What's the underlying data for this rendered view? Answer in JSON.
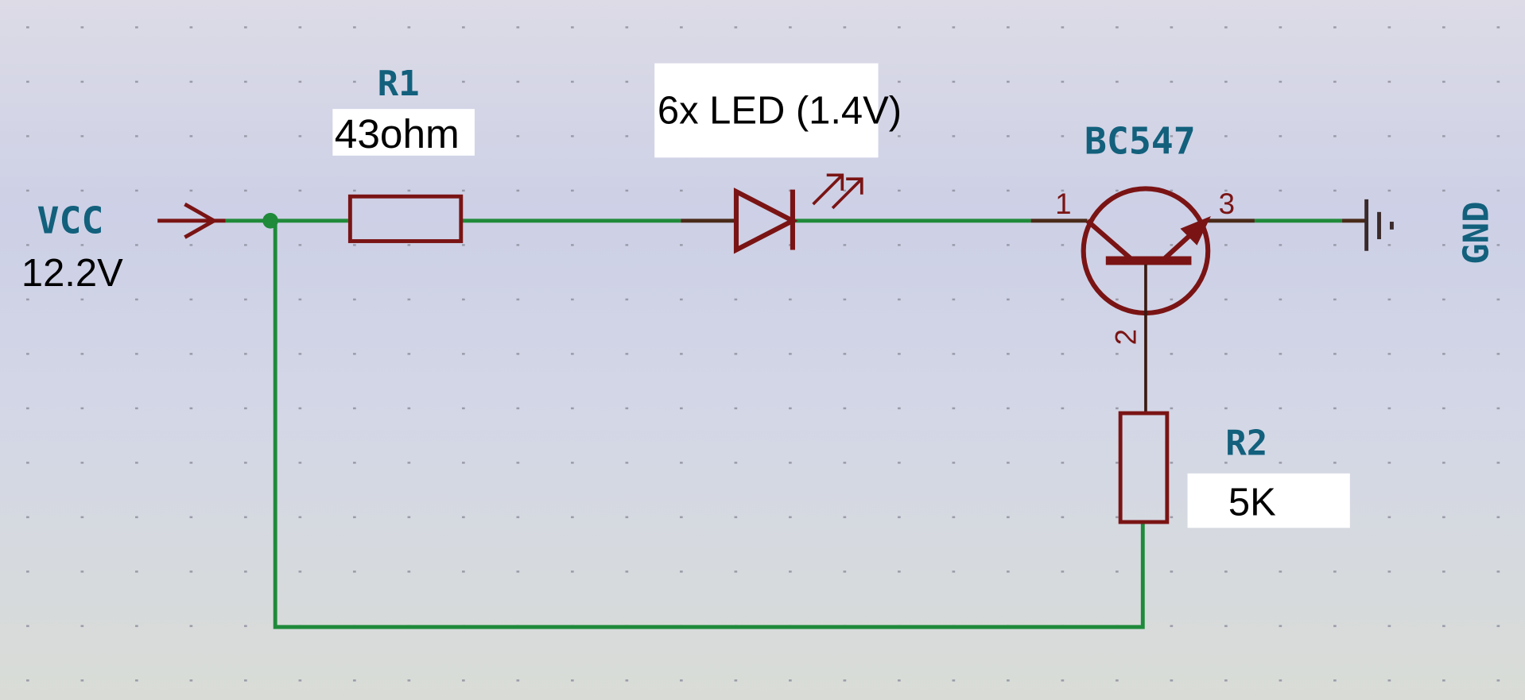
{
  "schematic": {
    "power": {
      "name": "VCC",
      "voltage": "12.2V"
    },
    "r1": {
      "ref": "R1",
      "value": "43ohm"
    },
    "led": {
      "value": "6x LED (1.4V)"
    },
    "transistor": {
      "ref": "BC547",
      "pin1": "1",
      "pin2": "2",
      "pin3": "3"
    },
    "r2": {
      "ref": "R2",
      "value": "5K"
    },
    "ground": {
      "name": "GND"
    }
  },
  "colors": {
    "wire": "#1f8a3a",
    "component": "#7a1414",
    "label": "#12607c"
  }
}
